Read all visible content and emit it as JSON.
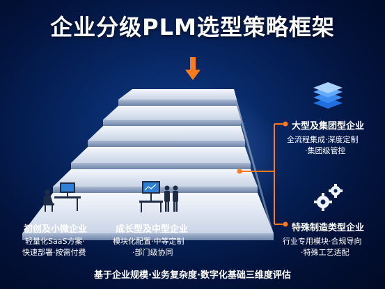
{
  "title": "企业分级PLM选型策略框架",
  "tiers": {
    "small": {
      "title": "初创及小微企业",
      "desc_line1": "轻量化SaaS方案·",
      "desc_line2": "快速部署·按需付费"
    },
    "medium": {
      "title": "成长型及中型企业",
      "desc_line1": "模块化配置·中等定制",
      "desc_line2": "·部门级协同"
    },
    "large": {
      "title": "大型及集团型企业",
      "desc_line1": "全流程集成·深度定制",
      "desc_line2": "·集团级管控"
    },
    "special": {
      "title": "特殊制造类型企业",
      "desc_line1": "行业专用模块·合规导向",
      "desc_line2": "·特殊工艺适配"
    }
  },
  "footer": "基于企业规模·业务复杂度·数字化基础三维度评估",
  "colors": {
    "accent_orange": "#ff7a1a",
    "background_dark": "#02123a",
    "stair_light": "#e8eef8"
  },
  "icons": [
    "down-arrow-icon",
    "desk-computer-icon",
    "meeting-presentation-icon",
    "layers-stack-icon",
    "gears-icon"
  ]
}
